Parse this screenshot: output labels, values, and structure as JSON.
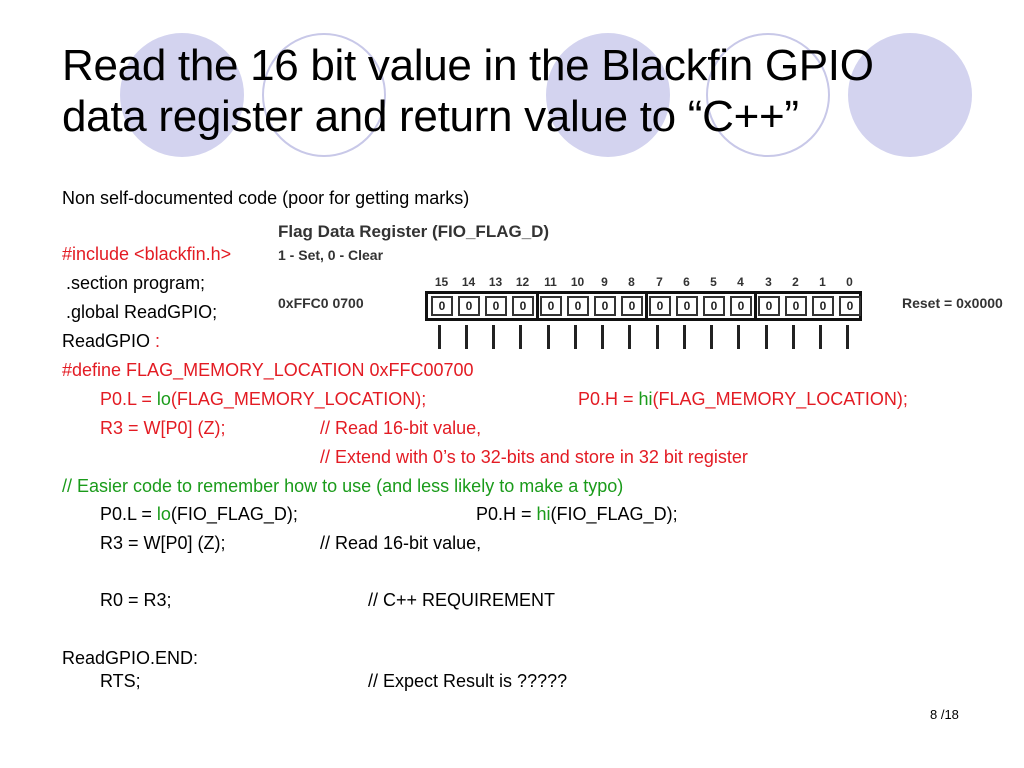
{
  "slide": {
    "title_line1": "Read the 16 bit value in the Blackfin GPIO",
    "title_line2": "data register and return value to “C++”",
    "page_number": "8 /18"
  },
  "register": {
    "title": "Flag Data Register (FIO_FLAG_D)",
    "subtitle": "1 - Set, 0 - Clear",
    "address": "0xFFC0 0700",
    "reset": "Reset = 0x0000",
    "bit_numbers": [
      "15",
      "14",
      "13",
      "12",
      "11",
      "10",
      "9",
      "8",
      "7",
      "6",
      "5",
      "4",
      "3",
      "2",
      "1",
      "0"
    ],
    "bit_values": [
      "0",
      "0",
      "0",
      "0",
      "0",
      "0",
      "0",
      "0",
      "0",
      "0",
      "0",
      "0",
      "0",
      "0",
      "0",
      "0"
    ]
  },
  "code": {
    "l1": "Non self-documented code (poor for getting marks)",
    "l2": "#include <blackfin.h>",
    "l3": ".section program;",
    "l4": ".global ReadGPIO;",
    "l5_a": "ReadGPIO",
    "l5_b": " :",
    "l6": "#define FLAG_MEMORY_LOCATION 0xFFC00700",
    "l7_a1": "P0.L = ",
    "l7_a2": "lo",
    "l7_a3": "(FLAG_MEMORY_LOCATION);",
    "l7_b1": "P0.H = ",
    "l7_b2": "hi",
    "l7_b3": "(FLAG_MEMORY_LOCATION);",
    "l8_a": "R3 = W[P0] (Z);",
    "l8_b": "//  Read 16-bit value,",
    "l9": "//  Extend with 0’s to 32-bits and store in 32 bit register",
    "l10": "// Easier code to remember how to use (and less likely to make a typo)",
    "l11_a1": "P0.L = ",
    "l11_a2": "lo",
    "l11_a3": "(FIO_FLAG_D);",
    "l11_b1": "P0.H = ",
    "l11_b2": "hi",
    "l11_b3": "(FIO_FLAG_D);",
    "l12_a": "R3 = W[P0] (Z);",
    "l12_b": "//  Read 16-bit value,",
    "l13_a": "R0 = R3;",
    "l13_b": "// C++ REQUIREMENT",
    "l14": "ReadGPIO.END:",
    "l15_a": "RTS;",
    "l15_b": "// Expect Result is ?????"
  },
  "colors": {
    "accent_red": "#e31b23",
    "accent_green": "#1a9b1a",
    "circle_fill": "#d3d3ef"
  }
}
